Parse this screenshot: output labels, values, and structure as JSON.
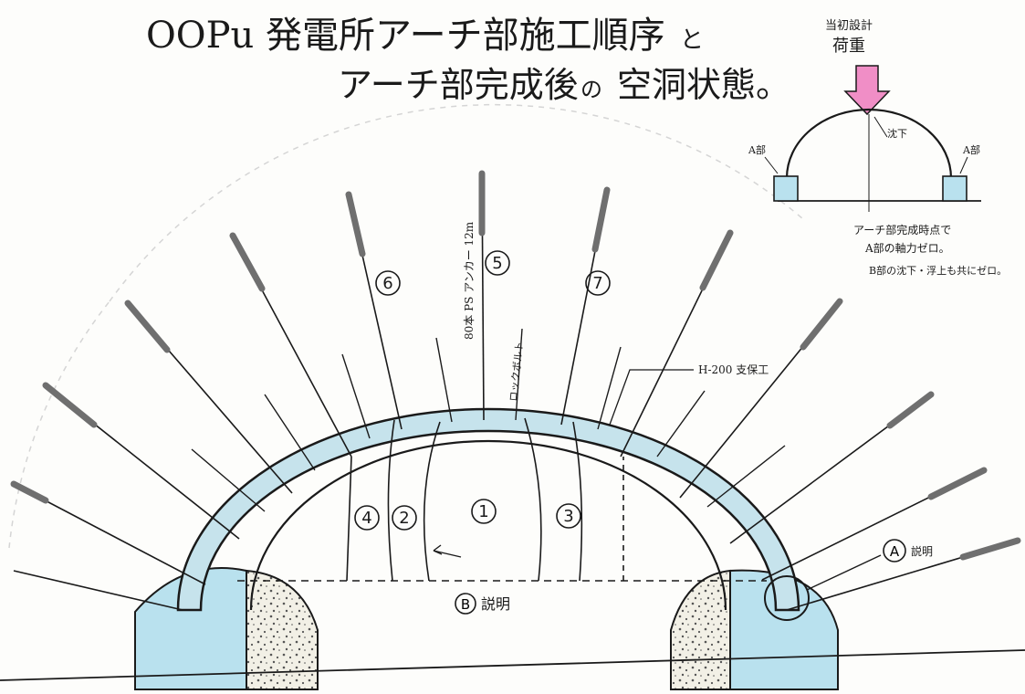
{
  "title": {
    "line1": "OOPu 発電所アーチ部施工順序",
    "and": "と",
    "line2": "アーチ部完成後",
    "no": "の",
    "line2b": "空洞状態。"
  },
  "inset": {
    "load_label_line1": "当初設計",
    "load_label_line2": "荷重",
    "crown_label": "沈下",
    "a_left": "A部",
    "a_right": "A部",
    "note_line1": "アーチ部完成時点で",
    "note_line2": "A部の軸力ゼロ。",
    "note_line3": "B部の沈下・浮上も共にゼロ。"
  },
  "labels": {
    "step1": "1",
    "step2": "2",
    "step3": "3",
    "step4": "4",
    "step5": "5",
    "step6": "6",
    "step7": "7",
    "bolt_spec": "80本 PS アンカー 12m",
    "rock_bolt": "ロックボルト",
    "support": "H-200 支保工",
    "explain_a_mark": "A",
    "explain_a": "説明",
    "explain_b_mark": "B",
    "explain_b": "説明"
  },
  "colors": {
    "lining": "#c6e3ec",
    "footing": "#b9e1ee",
    "gravel": "#f2f0e6",
    "ink": "#1a1a1a",
    "pink_arrow": "#f08ec6",
    "bolt": "#6f6f6f"
  }
}
